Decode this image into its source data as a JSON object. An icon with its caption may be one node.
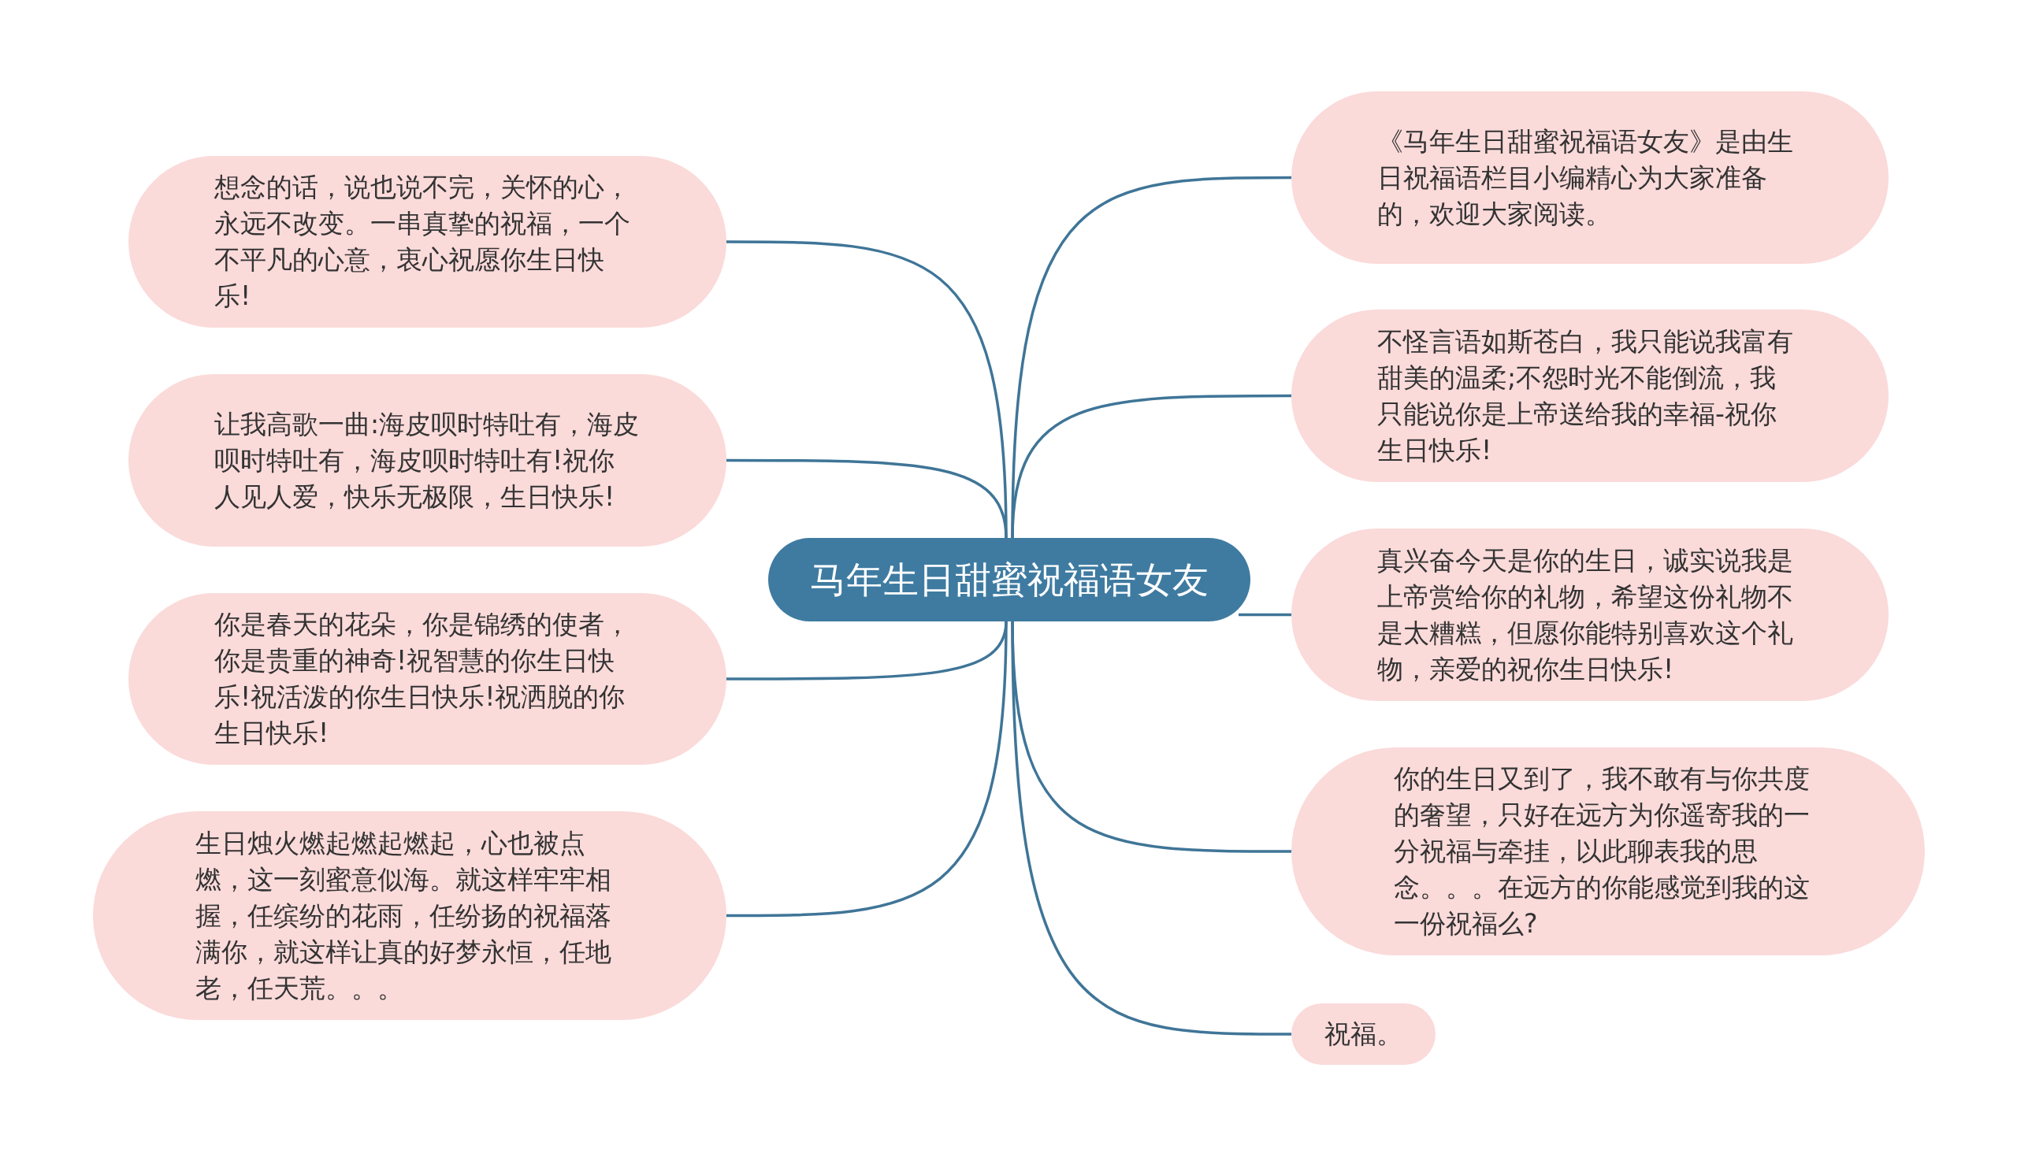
{
  "diagram": {
    "nodes": [
      {
        "text": [
          "马年生日甜蜜祝福语女友"
        ]
      },
      {
        "text": [
          "想念的话，说也说不完，关怀的心，永远不改变。一串真挚的祝福，一个不平凡的心意，衷心祝愿你生日快乐!"
        ]
      },
      {
        "text": [
          "让我高歌一曲:海皮呗时特吐有，海皮呗时特吐有，海皮呗时特吐有!祝你人见人爱，快乐无极限，生日快乐!"
        ]
      },
      {
        "text": [
          "你是春天的花朵，你是锦绣的使者，你是贵重的神奇!祝智慧的你生日快乐!祝活泼的你生日快乐!祝洒脱的你生日快乐!"
        ]
      },
      {
        "text": [
          "生日烛火燃起燃起燃起，心也被点燃，这一刻蜜意似海。就这样牢牢相握，任缤纷的花雨，任纷扬的祝福落满你，就这样让真的好梦永恒，任地老，任天荒。。。"
        ]
      },
      {
        "text": [
          "《马年生日甜蜜祝福语女友》是由生日祝福语栏目小编精心为大家准备的，欢迎大家阅读。"
        ]
      },
      {
        "text": [
          "不怪言语如斯苍白，我只能说我富有甜美的温柔;不怨时光不能倒流，我只能说你是上帝送给我的幸福-祝你生日快乐!"
        ]
      },
      {
        "text": [
          "真兴奋今天是你的生日，诚实说我是上帝赏给你的礼物，希望这份礼物不是太糟糕，但愿你能特别喜欢这个礼物，亲爱的祝你生日快乐!"
        ]
      },
      {
        "text": [
          "你的生日又到了，我不敢有与你共度的奢望，只好在远方为你遥寄我的一分祝福与牵挂，以此聊表我的思念。。。在远方的你能感觉到我的这一份祝福么?"
        ]
      },
      {
        "text": [
          "祝福。"
        ]
      }
    ],
    "edges": [
      {
        "from": 0,
        "to": 1,
        "arrow": "none"
      },
      {
        "from": 0,
        "to": 2,
        "arrow": "none"
      },
      {
        "from": 0,
        "to": 3,
        "arrow": "none"
      },
      {
        "from": 0,
        "to": 4,
        "arrow": "none"
      },
      {
        "from": 0,
        "to": 5,
        "arrow": "none"
      },
      {
        "from": 0,
        "to": 6,
        "arrow": "none"
      },
      {
        "from": 0,
        "to": 7,
        "arrow": "none"
      },
      {
        "from": 0,
        "to": 8,
        "arrow": "none"
      },
      {
        "from": 0,
        "to": 9,
        "arrow": "none"
      }
    ]
  }
}
